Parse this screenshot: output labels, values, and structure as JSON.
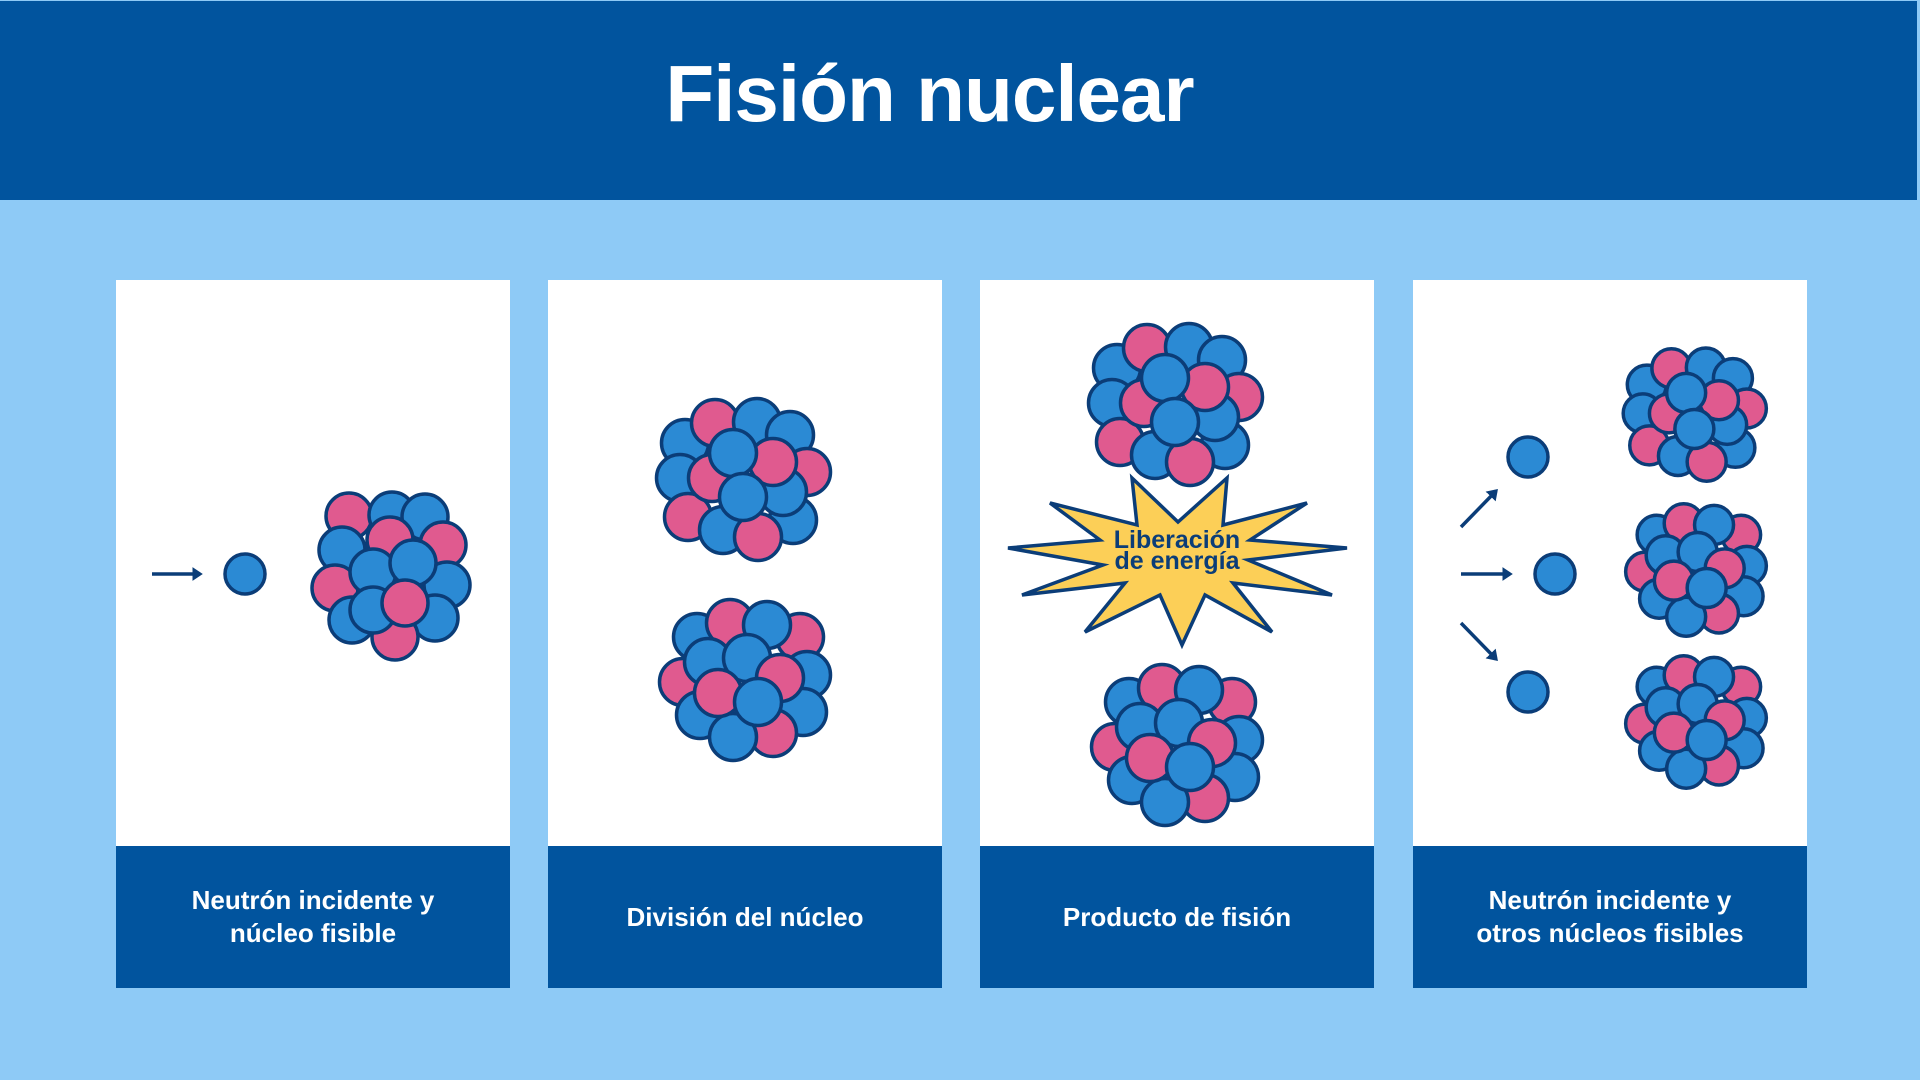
{
  "title": "Fisión nuclear",
  "colors": {
    "header": "#01549e",
    "background": "#8ecaf6",
    "outline": "#0b3d78",
    "neutron": "#2b8ad4",
    "proton": "#e05a8f",
    "energy": "#fccf57"
  },
  "cards": [
    {
      "label_lines": [
        "Neutrón incidente y",
        "núcleo fisible"
      ],
      "contents": [
        "arrow-right",
        "neutron",
        "nucleus"
      ]
    },
    {
      "label_lines": [
        "División del núcleo"
      ],
      "contents": [
        "nucleus",
        "nucleus"
      ]
    },
    {
      "label_lines": [
        "Producto de fisión"
      ],
      "contents": [
        "nucleus",
        "energy-burst",
        "nucleus"
      ]
    },
    {
      "label_lines": [
        "Neutrón incidente y",
        "otros núcleos fisibles"
      ],
      "contents": [
        "arrow-up-right",
        "arrow-right",
        "arrow-down-right",
        "neutron",
        "neutron",
        "neutron",
        "nucleus",
        "nucleus",
        "nucleus"
      ]
    }
  ],
  "energy_burst": {
    "label_lines": [
      "Liberación",
      "de energía"
    ]
  }
}
